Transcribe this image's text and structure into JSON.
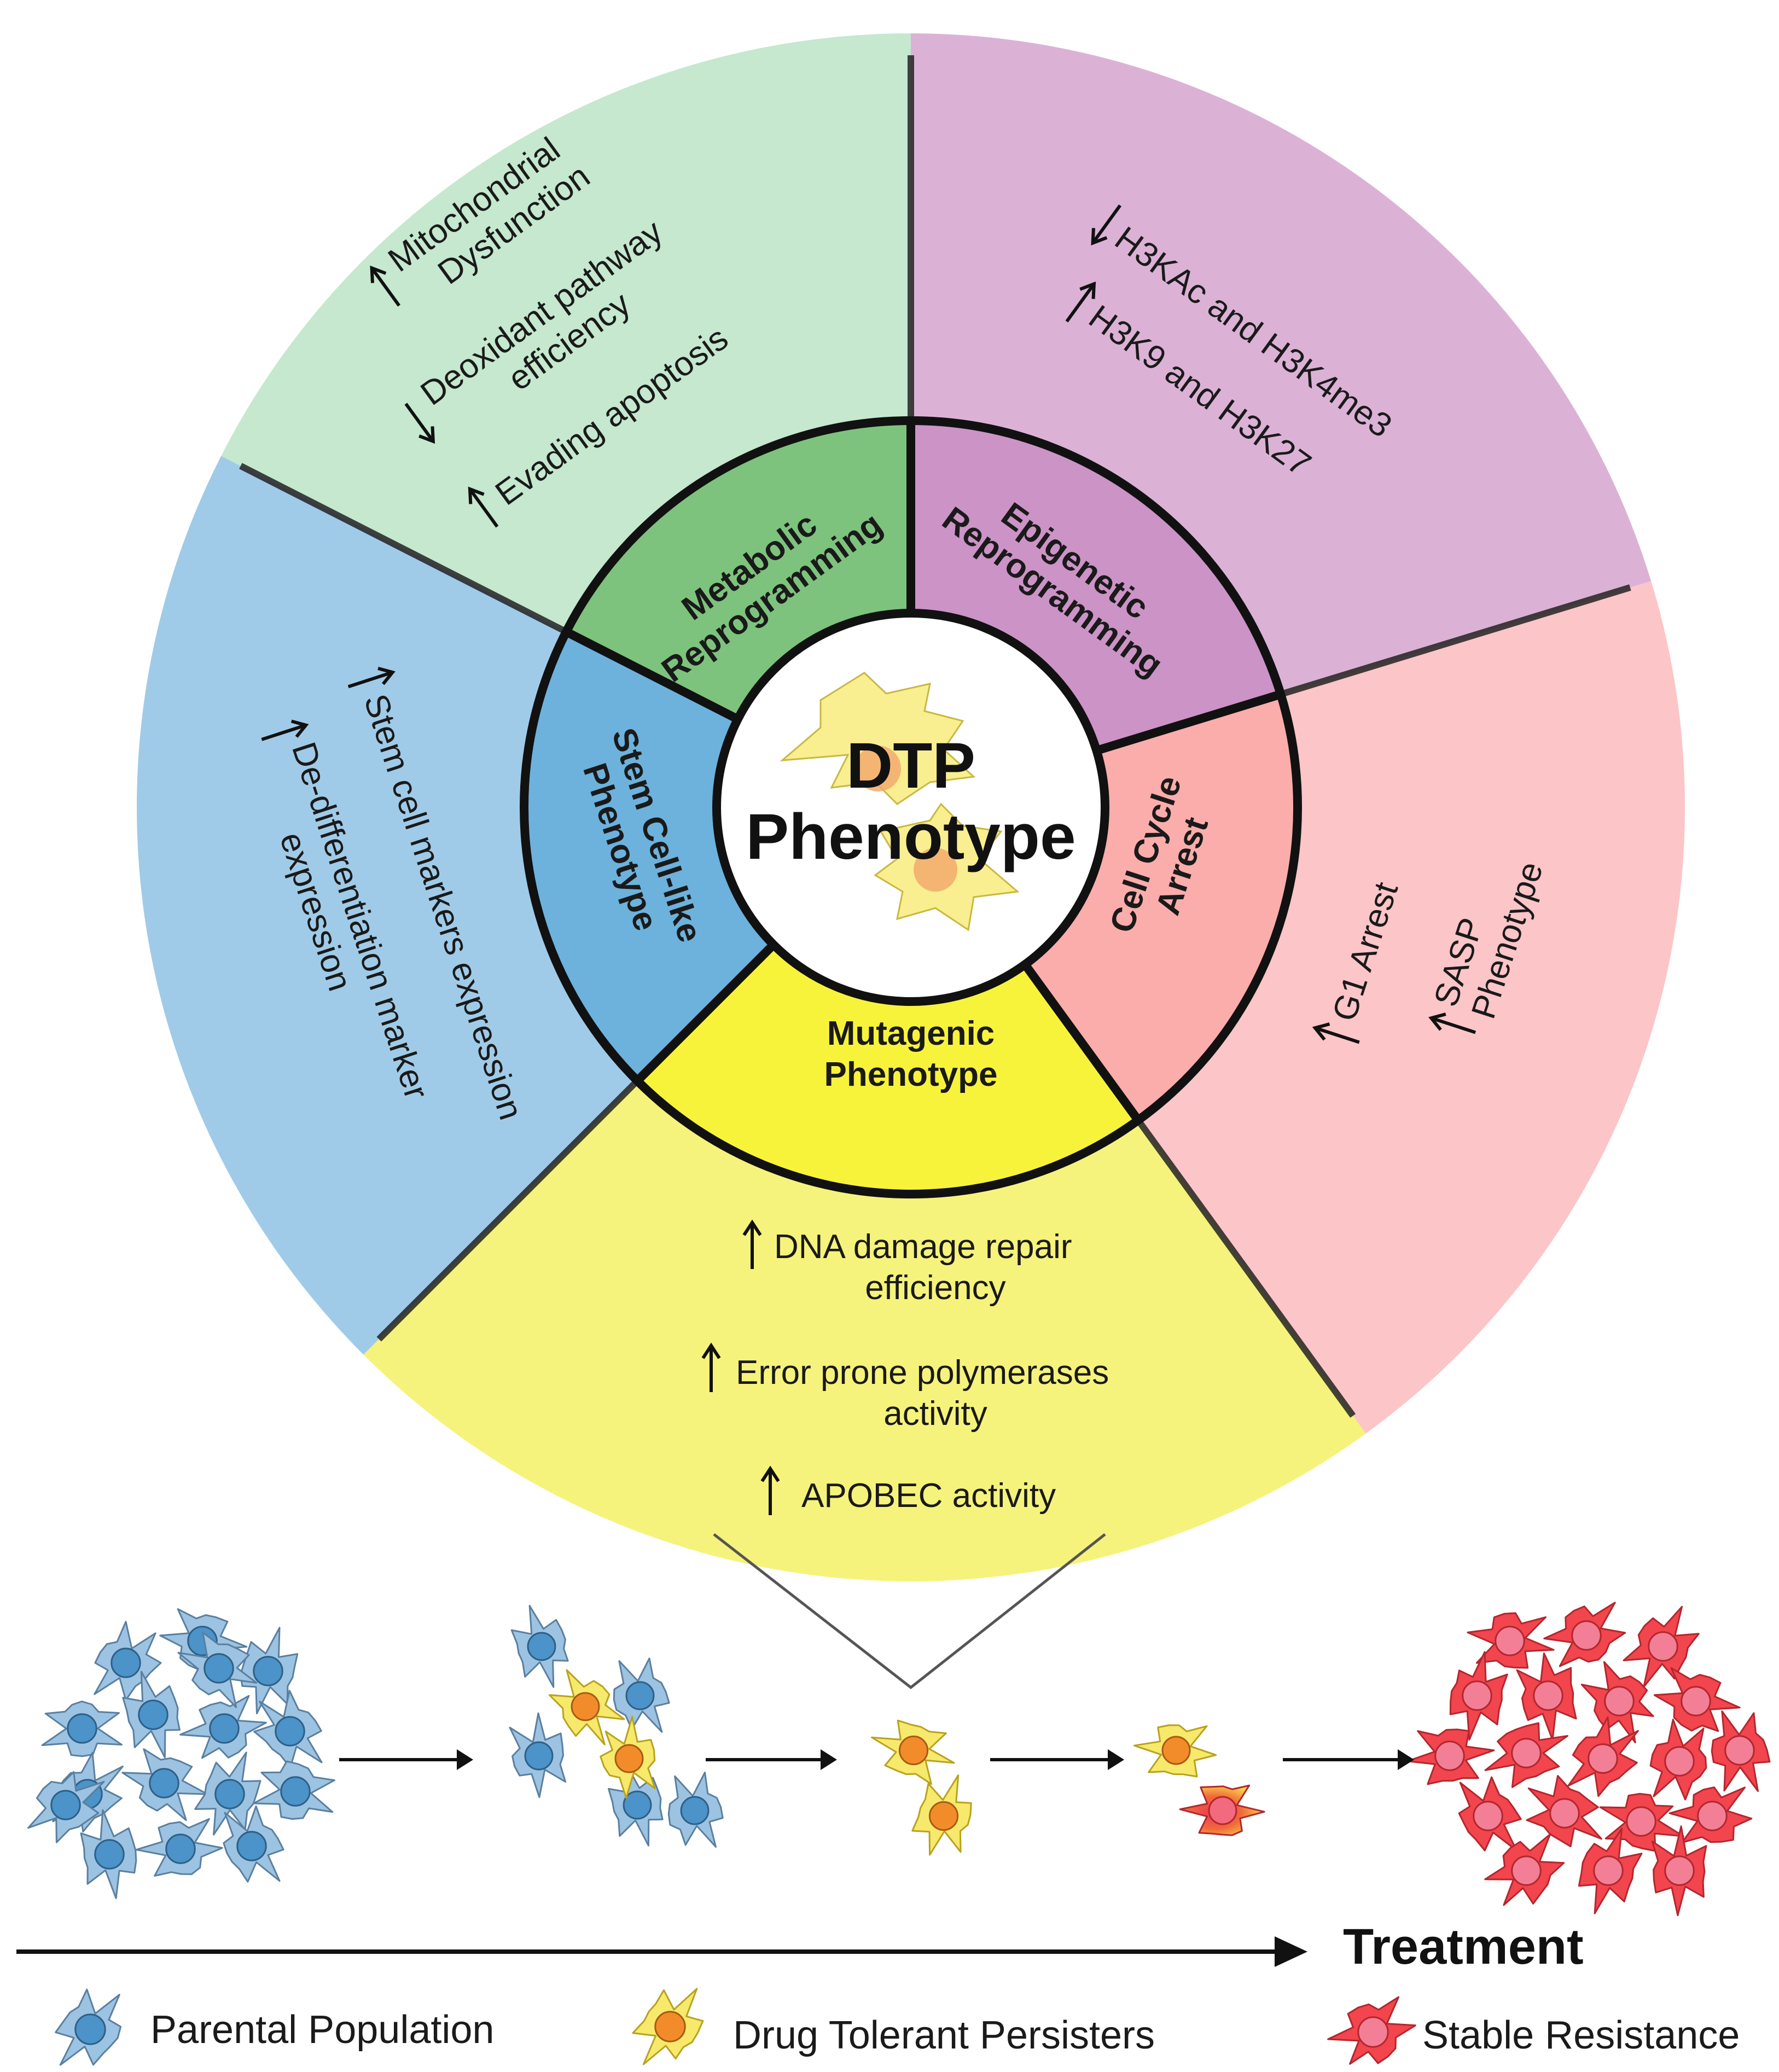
{
  "center": {
    "line1": "DTP",
    "line2": "Phenotype"
  },
  "segments": {
    "metabolic": {
      "title_line1": "Metabolic",
      "title_line2": "Reprogramming",
      "items": [
        {
          "arrow": "up",
          "line1": "Mitochondrial",
          "line2": "Dysfunction"
        },
        {
          "arrow": "down",
          "line1": "Deoxidant pathway",
          "line2": "efficiency"
        },
        {
          "arrow": "up",
          "line1": "Evading apoptosis",
          "line2": ""
        }
      ]
    },
    "epigenetic": {
      "title_line1": "Epigenetic",
      "title_line2": "Reprogramming",
      "items": [
        {
          "arrow": "down",
          "line1": "H3KAc and H3K4me3"
        },
        {
          "arrow": "up",
          "line1": "H3K9 and H3K27"
        }
      ]
    },
    "cellcycle": {
      "title_line1": "Cell Cycle",
      "title_line2": "Arrest",
      "items": [
        {
          "arrow": "up",
          "line1": "G1 Arrest",
          "line2": ""
        },
        {
          "arrow": "up",
          "line1": "SASP",
          "line2": "Phenotype"
        }
      ]
    },
    "mutagenic": {
      "title_line1": "Mutagenic",
      "title_line2": "Phenotype",
      "items": [
        {
          "arrow": "up",
          "line1": "DNA damage repair",
          "line2": "efficiency"
        },
        {
          "arrow": "up",
          "line1": "Error prone polymerases",
          "line2": "activity"
        },
        {
          "arrow": "up",
          "line1": "APOBEC activity",
          "line2": ""
        }
      ]
    },
    "stemcell": {
      "title_line1": "Stem Cell-like",
      "title_line2": "Phenotype",
      "items": [
        {
          "arrow": "up",
          "line1": "Stem cell markers expression",
          "line2": ""
        },
        {
          "arrow": "up",
          "line1": "De-differentiation marker",
          "line2": "expression"
        }
      ]
    }
  },
  "timeline": {
    "label": "Treatment"
  },
  "legend": {
    "parental": "Parental Population",
    "dtp": "Drug Tolerant Persisters",
    "resistant": "Stable Resistance"
  },
  "colors": {
    "metabolic_outer": "#c5e8cf",
    "metabolic_inner": "#7dc37d",
    "epigenetic_outer": "#dbb2d6",
    "epigenetic_inner": "#cc93c6",
    "cellcycle_outer": "#fcc5c8",
    "cellcycle_inner": "#fbadab",
    "mutagenic_outer": "#f5f37b",
    "mutagenic_inner": "#f7f33a",
    "stemcell_outer": "#a0cbe8",
    "stemcell_inner": "#6cb2dd",
    "parental_cell": "#9dc3e2",
    "parental_nucleus": "#4b93c8",
    "dtp_cell": "#f7e96c",
    "dtp_nucleus": "#f28c2a",
    "resistant_cell": "#f2454d",
    "resistant_nucleus": "#f27f96"
  }
}
